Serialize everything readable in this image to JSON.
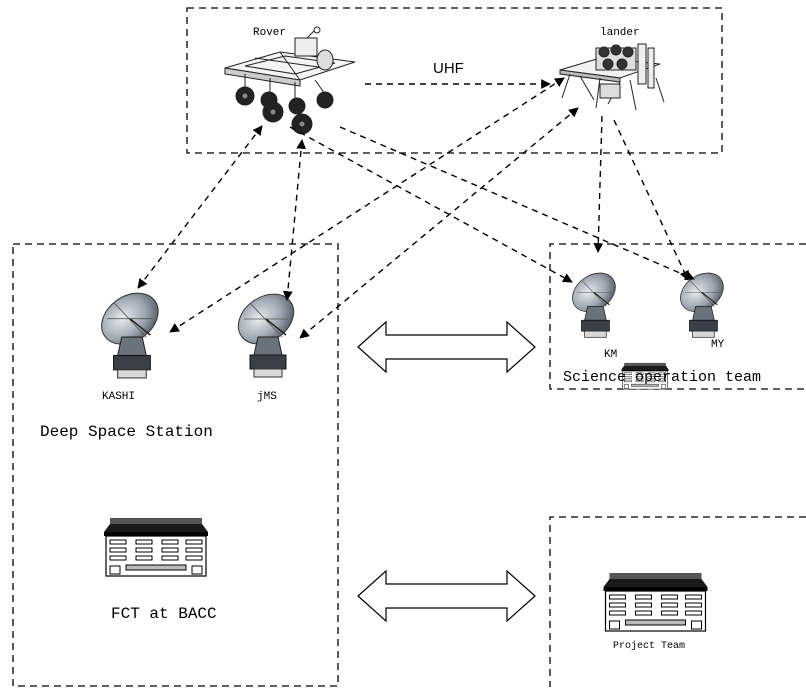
{
  "labels": {
    "rover": "Rover",
    "lander": "lander",
    "uhf": "UHF",
    "kashi": "KASHI",
    "jms": "jMS",
    "km": "KM",
    "my": "MY",
    "deep_space_station": "Deep Space Station",
    "science_operation_team": "Science operation team",
    "fct_at_bacc": "FCT at BACC",
    "project_team": "Project Team"
  },
  "colors": {
    "line": "#000000",
    "dish": "#9aa3ad",
    "dish_dark": "#3a4048",
    "building_roof": "#1a1a1a",
    "building_body": "#ffffff"
  },
  "icons": [
    "rover-icon",
    "lander-icon",
    "satellite-dish-icon",
    "building-icon",
    "double-arrow-icon"
  ]
}
